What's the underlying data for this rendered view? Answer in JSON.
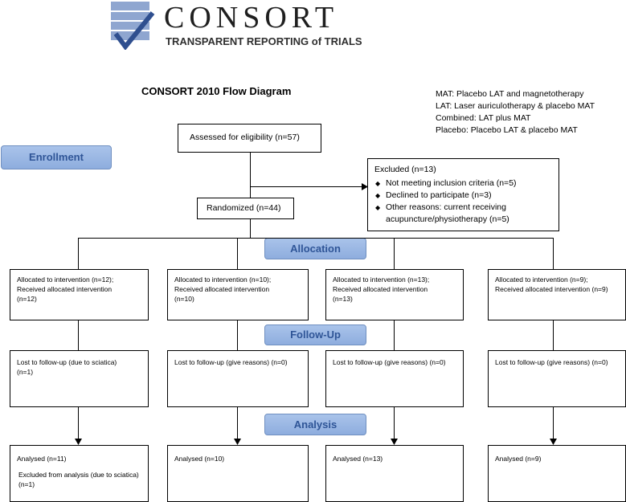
{
  "logo": {
    "title": "CONSORT",
    "subtitle": "TRANSPARENT REPORTING of TRIALS"
  },
  "diagram_title": "CONSORT 2010 Flow Diagram",
  "legend": [
    "MAT: Placebo LAT and magnetotherapy",
    "LAT: Laser auriculotherapy & placebo MAT",
    "Combined: LAT plus MAT",
    "Placebo: Placebo LAT & placebo MAT"
  ],
  "stages": {
    "enrollment": "Enrollment",
    "allocation": "Allocation",
    "followup": "Follow-Up",
    "analysis": "Analysis"
  },
  "assessed": "Assessed for eligibility (n=57)",
  "excluded": {
    "title": "Excluded (n=13)",
    "items": [
      "Not meeting inclusion criteria (n=5)",
      "Declined to participate (n=3)",
      "Other reasons: current receiving acupuncture/physiotherapy (n=5)"
    ]
  },
  "randomized": "Randomized (n=44)",
  "allocation": [
    {
      "line1": "Allocated to intervention (n=12);",
      "line2": "Received allocated intervention",
      "line3": "(n=12)"
    },
    {
      "line1": "Allocated to intervention (n=10);",
      "line2": "Received allocated intervention",
      "line3": "(n=10)"
    },
    {
      "line1": "Allocated to intervention (n=13);",
      "line2": "Received allocated intervention",
      "line3": "(n=13)"
    },
    {
      "line1": "Allocated to intervention (n=9);",
      "line2": "Received allocated intervention (n=9)",
      "line3": ""
    }
  ],
  "followup": [
    {
      "line1": "Lost to follow-up (due to sciatica)",
      "line2": "(n=1)"
    },
    {
      "line1": "Lost to follow-up (give reasons) (n=0)",
      "line2": ""
    },
    {
      "line1": "Lost to follow-up (give reasons) (n=0)",
      "line2": ""
    },
    {
      "line1": "Lost to follow-up (give reasons) (n=0)",
      "line2": ""
    }
  ],
  "analysis": [
    {
      "line1": "Analysed  (n=11)",
      "line2": "Excluded from analysis (due to sciatica) (n=1)"
    },
    {
      "line1": "Analysed  (n=10)",
      "line2": ""
    },
    {
      "line1": "Analysed  (n=13)",
      "line2": ""
    },
    {
      "line1": "Analysed  (n=9)",
      "line2": ""
    }
  ]
}
